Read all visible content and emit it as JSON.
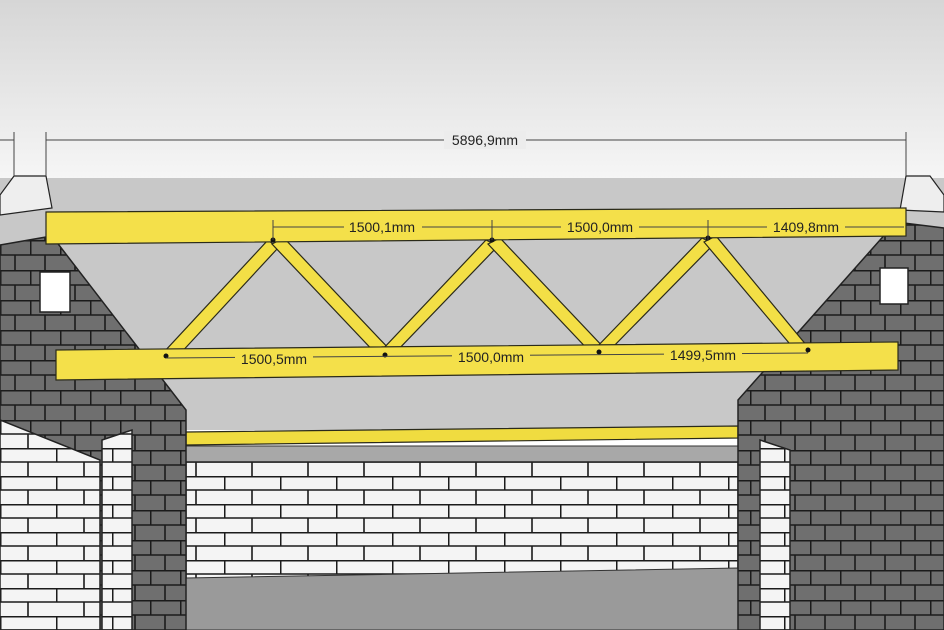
{
  "colors": {
    "sky_top": "#d8d8d8",
    "sky_bottom": "#f4f4f4",
    "ceiling": "#c9c9c9",
    "timber": "#f4e04a",
    "timber_shade": "#e2c62a",
    "block_light": "#f2f2f2",
    "block_dark": "#6e6e6e",
    "floor": "#9a9a9a",
    "ring_beam": "#a9a9a9"
  },
  "dimensions": {
    "overall": "5896,9mm",
    "top_1": "1500,1mm",
    "top_2": "1500,0mm",
    "top_3": "1409,8mm",
    "bottom_1": "1500,5mm",
    "bottom_2": "1500,0mm",
    "bottom_3": "1499,5mm"
  }
}
